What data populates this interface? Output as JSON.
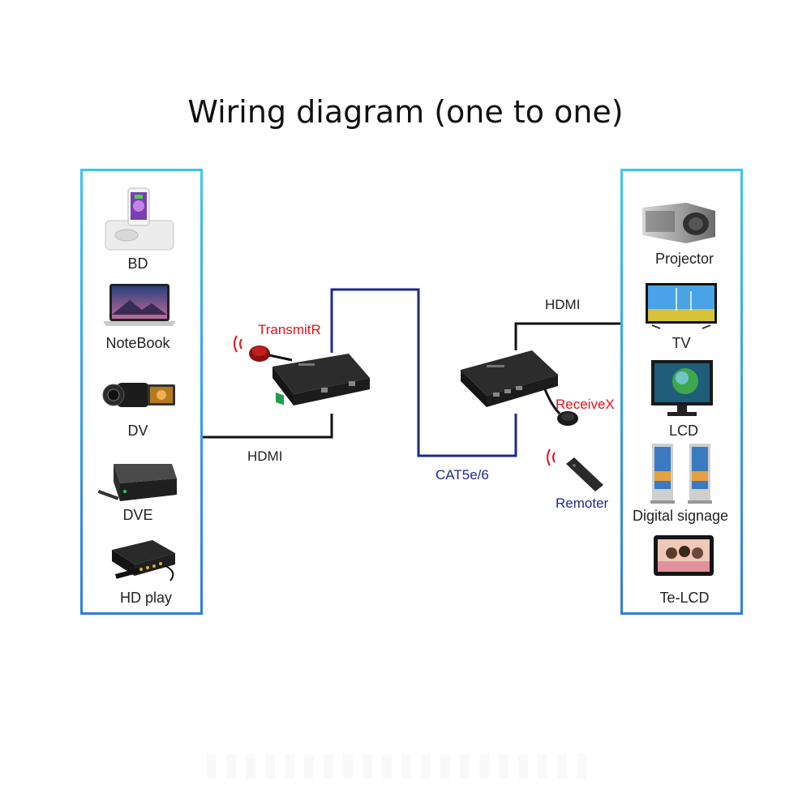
{
  "title": "Wiring diagram (one to one)",
  "sources": [
    "BD",
    "NoteBook",
    "DV",
    "DVE",
    "HD play"
  ],
  "displays": [
    "Projector",
    "TV",
    "LCD",
    "Digital signage",
    "Te-LCD"
  ],
  "transmitter_label": "TransmitR",
  "receiver_label": "ReceiveX",
  "remote_label": "Remoter",
  "link_left_label": "HDMI",
  "link_right_label": "HDMI",
  "cable_label": "CAT5e/6",
  "colors": {
    "panel_top": "#38c8f0",
    "panel_bottom": "#2f7de0",
    "cat_line": "#1d2b8c",
    "ir_red": "#e8101a"
  }
}
